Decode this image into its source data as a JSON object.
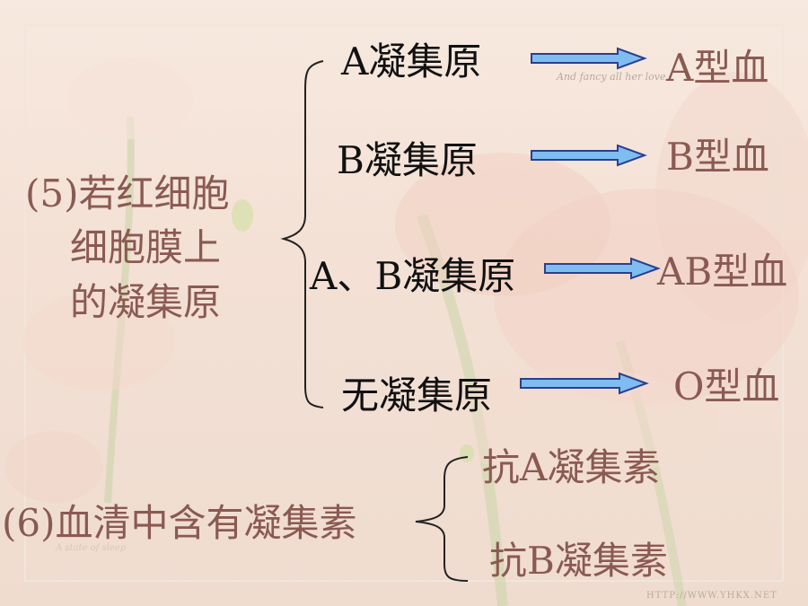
{
  "colors": {
    "text_brown": "#8a5a52",
    "text_black": "#111111",
    "arrow_fill": "#7fbdf0",
    "arrow_stroke": "#2a3f8f",
    "brace": "#222222"
  },
  "section5": {
    "label_lines": [
      "(5)若红细胞",
      "细胞膜上",
      "的凝集原"
    ],
    "items": [
      {
        "antigen": "A凝集原",
        "blood_type": "A型血"
      },
      {
        "antigen": "B凝集原",
        "blood_type": "B型血"
      },
      {
        "antigen": "A、B凝集原",
        "blood_type": "AB型血"
      },
      {
        "antigen": "无凝集原",
        "blood_type": "O型血"
      }
    ]
  },
  "section6": {
    "label": "(6)血清中含有凝集素",
    "items": [
      "抗A凝集素",
      "抗B凝集素"
    ]
  },
  "watermark": {
    "script_text": "And fancy all her love",
    "logo_text": "A state of sleep",
    "site": "HTTP://WWW.YHKX.NET"
  }
}
